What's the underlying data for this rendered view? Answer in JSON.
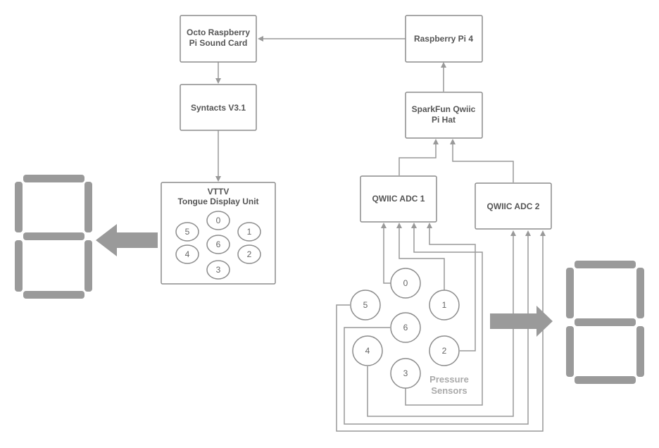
{
  "boxes": {
    "sound_card": [
      "Octo Raspberry",
      "Pi Sound Card"
    ],
    "raspberry_pi": "Raspberry Pi 4",
    "syntacts": "Syntacts V3.1",
    "qwiic_hat": [
      "SparkFun Qwiic",
      "Pi Hat"
    ],
    "vttv": [
      "VTTV",
      "Tongue Display Unit"
    ],
    "adc1": "QWIIC ADC 1",
    "adc2": "QWIIC ADC 2"
  },
  "display_unit_pads": [
    "0",
    "1",
    "2",
    "3",
    "4",
    "5",
    "6"
  ],
  "sensor_pads": [
    "0",
    "1",
    "2",
    "3",
    "4",
    "5",
    "6"
  ],
  "sensors_caption": [
    "Pressure",
    "Sensors"
  ],
  "colors": {
    "box_stroke": "#8c8c8c",
    "wire": "#999999",
    "segment": "#9a9a9a",
    "text": "#555555",
    "caption": "#aaaaaa"
  },
  "icons": [
    "seven-segment-display-icon",
    "arrow-left-icon",
    "arrow-right-icon"
  ]
}
